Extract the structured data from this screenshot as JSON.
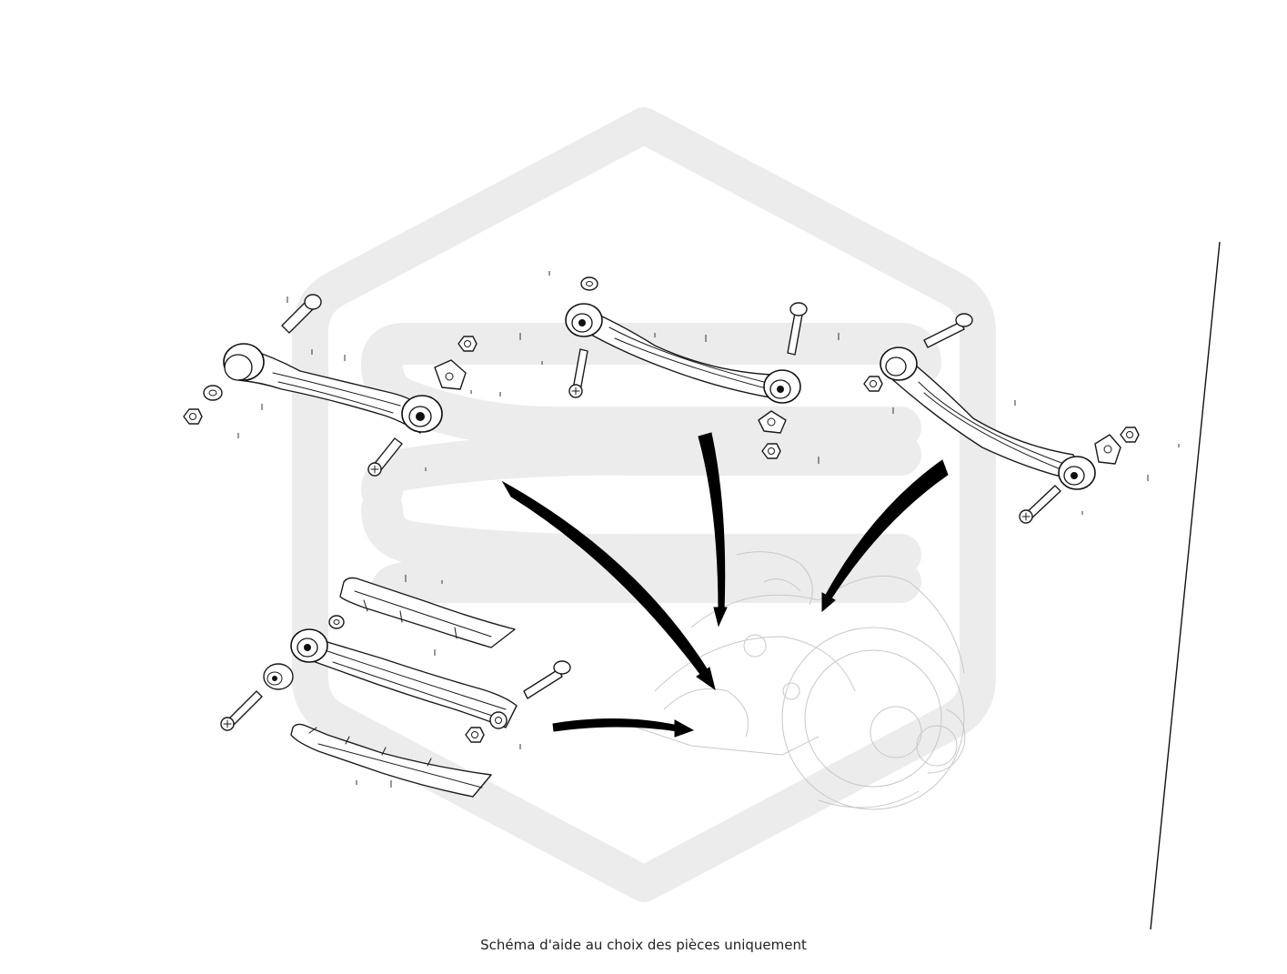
{
  "caption": "Schéma d'aide au choix des pièces uniquement",
  "colors": {
    "background": "#ffffff",
    "linework": "#1a1a1a",
    "watermark": "#ececec",
    "ghost_assembly": "#c8c8c8",
    "arrows": "#000000"
  },
  "icons": {
    "watermark": "hexagon-logo-watermark",
    "parts": [
      "control-arm",
      "bolt",
      "nut",
      "washer",
      "bushing",
      "eccentric-plate",
      "underbody-cover"
    ],
    "pointers": "curved-arrow"
  }
}
